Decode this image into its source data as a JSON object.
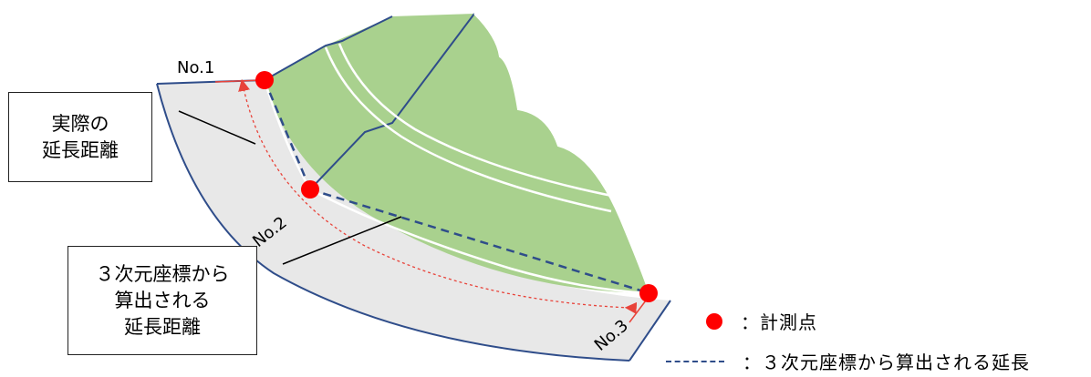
{
  "labels": {
    "no1": "No.1",
    "no2": "No.2",
    "no3": "No.3"
  },
  "callouts": {
    "actual_line1": "実際の",
    "actual_line2": "延長距離",
    "calc_line1": "３次元座標から",
    "calc_line2": "算出される",
    "calc_line3": "延長距離"
  },
  "legend": {
    "point_text": "：計測点",
    "dash_text": "：３次元座標から算出される延長"
  },
  "colors": {
    "slope_green": "#A9D18E",
    "road_gray": "#E8E8E8",
    "outline_blue": "#2F4D8A",
    "point_red": "#FF0000",
    "arrow_red": "#E8433A"
  }
}
